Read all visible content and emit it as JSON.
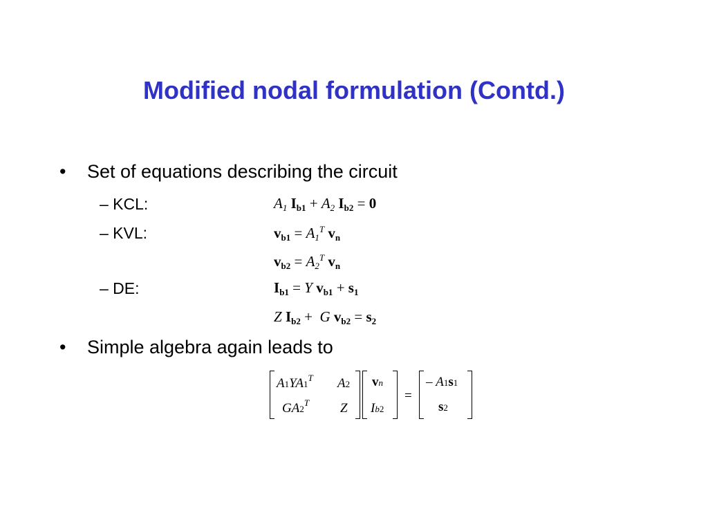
{
  "slide": {
    "title": "Modified nodal formulation (Contd.)"
  },
  "bullets": [
    {
      "marker": "•",
      "text": "Set of equations describing the circuit"
    },
    {
      "marker": "•",
      "text": "Simple algebra again leads to"
    }
  ],
  "sub_items": [
    {
      "label": "– KCL:"
    },
    {
      "label": "– KVL:"
    },
    {
      "label": "– DE:"
    }
  ],
  "equations": {
    "kcl": "A1 Ib1 + A2 Ib2 = 0",
    "kvl_1": "vb1 = A1T vn",
    "kvl_2": "vb2 = A2T vn",
    "de_1": "Ib1 = Y vb1 + s1",
    "de_2": "Z Ib2 + G vb2 = s2"
  },
  "matrix_equation": {
    "lhs_matrix": [
      [
        "A1YA1T",
        "A2"
      ],
      [
        "GA2T",
        "Z"
      ]
    ],
    "vector": [
      "vn",
      "Ib2"
    ],
    "rhs_vector": [
      "– A1s1",
      "s2"
    ],
    "equals": "="
  }
}
